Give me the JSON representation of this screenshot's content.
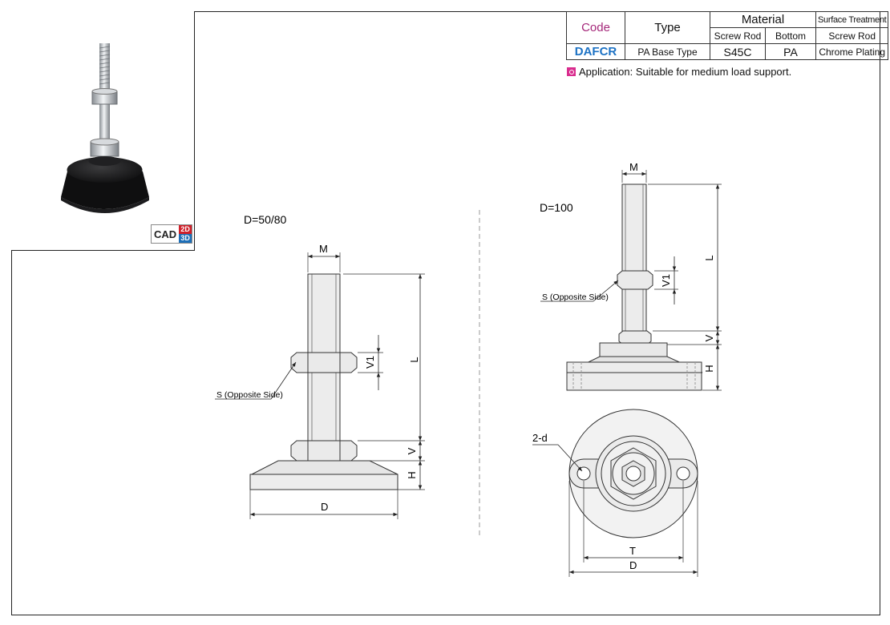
{
  "table": {
    "headers": {
      "code": "Code",
      "type": "Type",
      "material": "Material",
      "surface_treatment": "Surface Treatment",
      "screw_rod": "Screw Rod",
      "bottom": "Bottom",
      "surface_screw_rod": "Screw Rod"
    },
    "row": {
      "code": "DAFCR",
      "type": "PA Base Type",
      "screw_rod_material": "S45C",
      "bottom_material": "PA",
      "surface_treatment": "Chrome Plating"
    }
  },
  "application": "Application: Suitable for medium load support.",
  "cad_badge": {
    "label": "CAD",
    "two_d": "2D",
    "three_d": "3D"
  },
  "left_view": {
    "title": "D=50/80",
    "labels": {
      "m": "M",
      "l": "L",
      "v1": "V1",
      "v": "V",
      "h": "H",
      "d": "D",
      "s": "S (Opposite Side)"
    }
  },
  "right_view": {
    "title": "D=100",
    "labels": {
      "m": "M",
      "l": "L",
      "v1": "V1",
      "v": "V",
      "h": "H",
      "s": "S (Opposite Side)",
      "two_d": "2-d",
      "t": "T",
      "d": "D"
    }
  },
  "colors": {
    "code_header": "#a5287a",
    "code_value": "#1d72c4",
    "application_icon": "#d92c8e",
    "cad_2d": "#d0202a",
    "cad_3d": "#1d6fb8"
  }
}
